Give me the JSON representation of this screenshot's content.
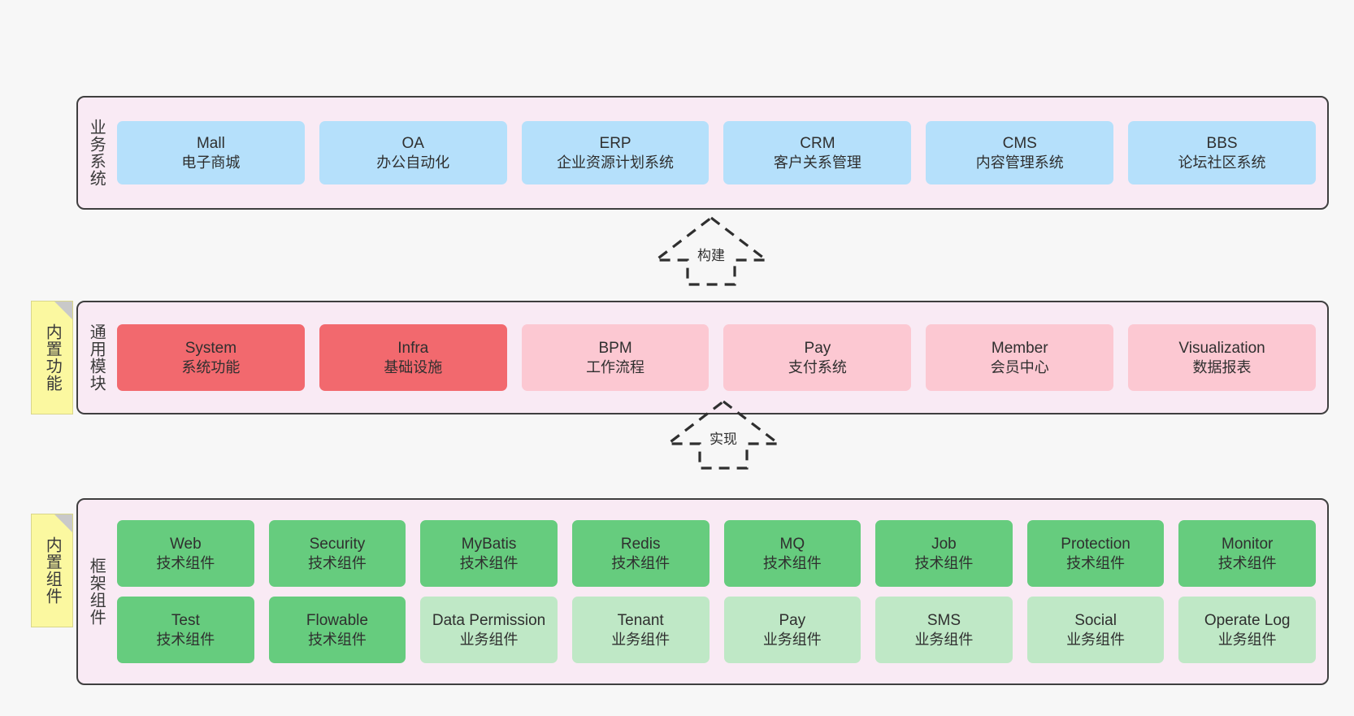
{
  "diagram": {
    "background": "#f7f7f7",
    "panel_fill": "#f9eaf4",
    "panel_border": "#3f3f3f",
    "note_fill": "#fbf8a0"
  },
  "notes": [
    {
      "name": "builtin-features",
      "text": "内置功能"
    },
    {
      "name": "builtin-components",
      "text": "内置组件"
    }
  ],
  "arrows": [
    {
      "name": "build-arrow",
      "label": "构建"
    },
    {
      "name": "implement-arrow",
      "label": "实现"
    }
  ],
  "sections": [
    {
      "id": "business-system",
      "title": "业务系统",
      "rows": [
        {
          "cards": [
            {
              "title": "Mall",
              "sub": "电子商城",
              "color": "blue",
              "color_hex": "#b5e0fb"
            },
            {
              "title": "OA",
              "sub": "办公自动化",
              "color": "blue",
              "color_hex": "#b5e0fb"
            },
            {
              "title": "ERP",
              "sub": "企业资源计划系统",
              "color": "blue",
              "color_hex": "#b5e0fb"
            },
            {
              "title": "CRM",
              "sub": "客户关系管理",
              "color": "blue",
              "color_hex": "#b5e0fb"
            },
            {
              "title": "CMS",
              "sub": "内容管理系统",
              "color": "blue",
              "color_hex": "#b5e0fb"
            },
            {
              "title": "BBS",
              "sub": "论坛社区系统",
              "color": "blue",
              "color_hex": "#b5e0fb"
            }
          ]
        }
      ]
    },
    {
      "id": "common-modules",
      "title": "通用模块",
      "rows": [
        {
          "cards": [
            {
              "title": "System",
              "sub": "系统功能",
              "color": "red",
              "color_hex": "#f2696e"
            },
            {
              "title": "Infra",
              "sub": "基础设施",
              "color": "red",
              "color_hex": "#f2696e"
            },
            {
              "title": "BPM",
              "sub": "工作流程",
              "color": "pink",
              "color_hex": "#fcc8d2"
            },
            {
              "title": "Pay",
              "sub": "支付系统",
              "color": "pink",
              "color_hex": "#fcc8d2"
            },
            {
              "title": "Member",
              "sub": "会员中心",
              "color": "pink",
              "color_hex": "#fcc8d2"
            },
            {
              "title": "Visualization",
              "sub": "数据报表",
              "color": "pink",
              "color_hex": "#fcc8d2"
            }
          ]
        }
      ]
    },
    {
      "id": "framework-components",
      "title": "框架组件",
      "rows": [
        {
          "cards": [
            {
              "title": "Web",
              "sub": "技术组件",
              "color": "green",
              "color_hex": "#66cc7e"
            },
            {
              "title": "Security",
              "sub": "技术组件",
              "color": "green",
              "color_hex": "#66cc7e"
            },
            {
              "title": "MyBatis",
              "sub": "技术组件",
              "color": "green",
              "color_hex": "#66cc7e"
            },
            {
              "title": "Redis",
              "sub": "技术组件",
              "color": "green",
              "color_hex": "#66cc7e"
            },
            {
              "title": "MQ",
              "sub": "技术组件",
              "color": "green",
              "color_hex": "#66cc7e"
            },
            {
              "title": "Job",
              "sub": "技术组件",
              "color": "green",
              "color_hex": "#66cc7e"
            },
            {
              "title": "Protection",
              "sub": "技术组件",
              "color": "green",
              "color_hex": "#66cc7e"
            },
            {
              "title": "Monitor",
              "sub": "技术组件",
              "color": "green",
              "color_hex": "#66cc7e"
            }
          ]
        },
        {
          "cards": [
            {
              "title": "Test",
              "sub": "技术组件",
              "color": "green",
              "color_hex": "#66cc7e"
            },
            {
              "title": "Flowable",
              "sub": "技术组件",
              "color": "green",
              "color_hex": "#66cc7e"
            },
            {
              "title": "Data Permission",
              "sub": "业务组件",
              "color": "lightgreen",
              "color_hex": "#bfe8c6"
            },
            {
              "title": "Tenant",
              "sub": "业务组件",
              "color": "lightgreen",
              "color_hex": "#bfe8c6"
            },
            {
              "title": "Pay",
              "sub": "业务组件",
              "color": "lightgreen",
              "color_hex": "#bfe8c6"
            },
            {
              "title": "SMS",
              "sub": "业务组件",
              "color": "lightgreen",
              "color_hex": "#bfe8c6"
            },
            {
              "title": "Social",
              "sub": "业务组件",
              "color": "lightgreen",
              "color_hex": "#bfe8c6"
            },
            {
              "title": "Operate Log",
              "sub": "业务组件",
              "color": "lightgreen",
              "color_hex": "#bfe8c6"
            }
          ]
        }
      ]
    }
  ]
}
